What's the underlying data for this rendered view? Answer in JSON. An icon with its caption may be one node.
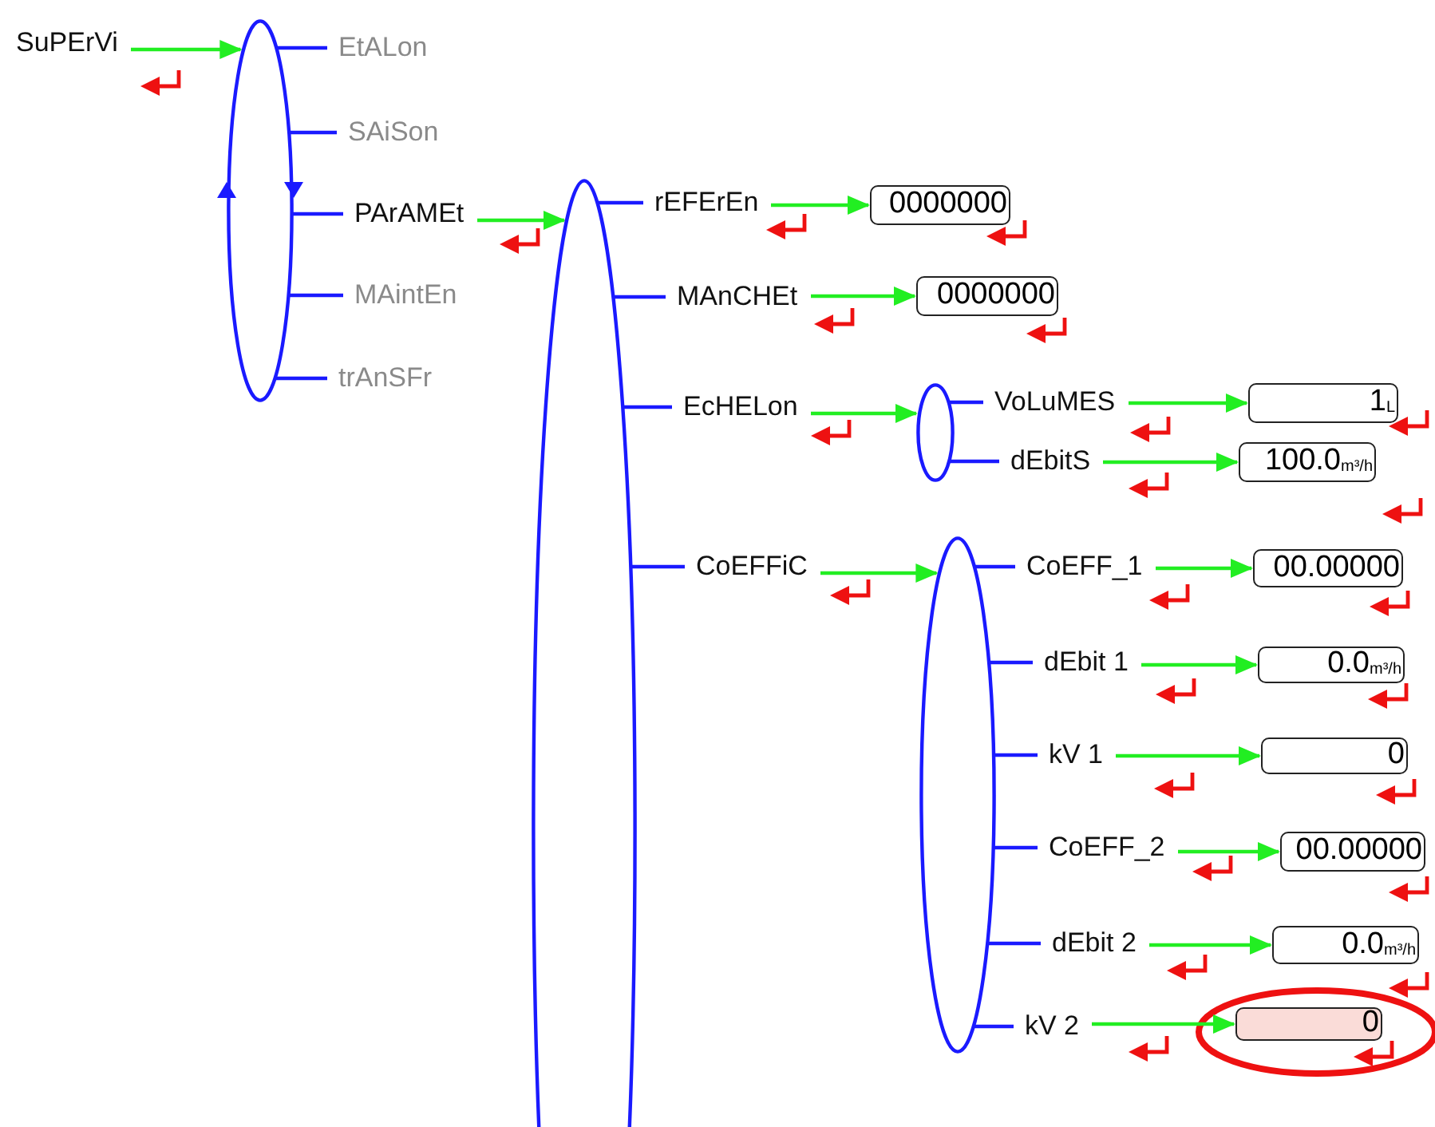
{
  "diagram": {
    "nodes": [
      {
        "text": [
          "SuPErVi"
        ]
      },
      {
        "text": [],
        "shape": "ellipse"
      },
      {
        "text": [
          "EtALon"
        ]
      },
      {
        "text": [
          "SAiSon"
        ]
      },
      {
        "text": [
          "PArAMEt"
        ]
      },
      {
        "text": [
          "MAintEn"
        ]
      },
      {
        "text": [
          "trAnSFr"
        ]
      },
      {
        "text": [],
        "shape": "ellipse"
      },
      {
        "text": [
          "rEFErEn"
        ]
      },
      {
        "text": [
          "0000000"
        ]
      },
      {
        "text": [
          "MAnCHEt"
        ]
      },
      {
        "text": [
          "0000000"
        ]
      },
      {
        "text": [
          "EcHELon"
        ]
      },
      {
        "text": [],
        "shape": "ellipse"
      },
      {
        "text": [
          "VoLuMES"
        ]
      },
      {
        "text": [
          "1$_{L}$"
        ]
      },
      {
        "text": [
          "dEbitS"
        ]
      },
      {
        "text": [
          "100.0$_{m³/h}$"
        ]
      },
      {
        "text": [
          "CoEFFiC"
        ]
      },
      {
        "text": [],
        "shape": "ellipse"
      },
      {
        "text": [
          "CoEFF_1"
        ]
      },
      {
        "text": [
          "00.00000"
        ]
      },
      {
        "text": [
          "dEbit 1"
        ]
      },
      {
        "text": [
          "0.0$_{m³/h}$"
        ]
      },
      {
        "text": [
          "kV 1"
        ]
      },
      {
        "text": [
          "0"
        ]
      },
      {
        "text": [
          "CoEFF_2"
        ]
      },
      {
        "text": [
          "00.00000"
        ]
      },
      {
        "text": [
          "dEbit 2"
        ]
      },
      {
        "text": [
          "0.0$_{m³/h}$"
        ]
      },
      {
        "text": [
          "kV 2"
        ]
      },
      {
        "text": [
          "0"
        ]
      }
    ],
    "edges": [
      {
        "from": 0,
        "to": 1,
        "arrow": "to",
        "color": "#22ee22"
      },
      {
        "from": 1,
        "to": 2,
        "arrow": "none"
      },
      {
        "from": 1,
        "to": 3,
        "arrow": "none"
      },
      {
        "from": 1,
        "to": 4,
        "arrow": "none"
      },
      {
        "from": 1,
        "to": 5,
        "arrow": "none"
      },
      {
        "from": 1,
        "to": 6,
        "arrow": "none"
      },
      {
        "from": 4,
        "to": 7,
        "arrow": "to",
        "color": "#22ee22"
      },
      {
        "from": 7,
        "to": 8,
        "arrow": "none"
      },
      {
        "from": 7,
        "to": 10,
        "arrow": "none"
      },
      {
        "from": 7,
        "to": 12,
        "arrow": "none"
      },
      {
        "from": 7,
        "to": 18,
        "arrow": "none"
      },
      {
        "from": 8,
        "to": 9,
        "arrow": "to",
        "color": "#22ee22"
      },
      {
        "from": 10,
        "to": 11,
        "arrow": "to",
        "color": "#22ee22"
      },
      {
        "from": 12,
        "to": 13,
        "arrow": "to",
        "color": "#22ee22"
      },
      {
        "from": 13,
        "to": 14,
        "arrow": "none"
      },
      {
        "from": 13,
        "to": 16,
        "arrow": "none"
      },
      {
        "from": 14,
        "to": 15,
        "arrow": "to",
        "color": "#22ee22"
      },
      {
        "from": 16,
        "to": 17,
        "arrow": "to",
        "color": "#22ee22"
      },
      {
        "from": 18,
        "to": 19,
        "arrow": "to",
        "color": "#22ee22"
      },
      {
        "from": 19,
        "to": 20,
        "arrow": "none"
      },
      {
        "from": 19,
        "to": 22,
        "arrow": "none"
      },
      {
        "from": 19,
        "to": 24,
        "arrow": "none"
      },
      {
        "from": 19,
        "to": 26,
        "arrow": "none"
      },
      {
        "from": 19,
        "to": 28,
        "arrow": "none"
      },
      {
        "from": 19,
        "to": 30,
        "arrow": "none"
      },
      {
        "from": 20,
        "to": 21,
        "arrow": "to",
        "color": "#22ee22"
      },
      {
        "from": 22,
        "to": 23,
        "arrow": "to",
        "color": "#22ee22"
      },
      {
        "from": 24,
        "to": 25,
        "arrow": "to",
        "color": "#22ee22"
      },
      {
        "from": 26,
        "to": 27,
        "arrow": "to",
        "color": "#22ee22"
      },
      {
        "from": 28,
        "to": 29,
        "arrow": "to",
        "color": "#22ee22"
      },
      {
        "from": 30,
        "to": 31,
        "arrow": "to",
        "color": "#22ee22"
      }
    ]
  }
}
